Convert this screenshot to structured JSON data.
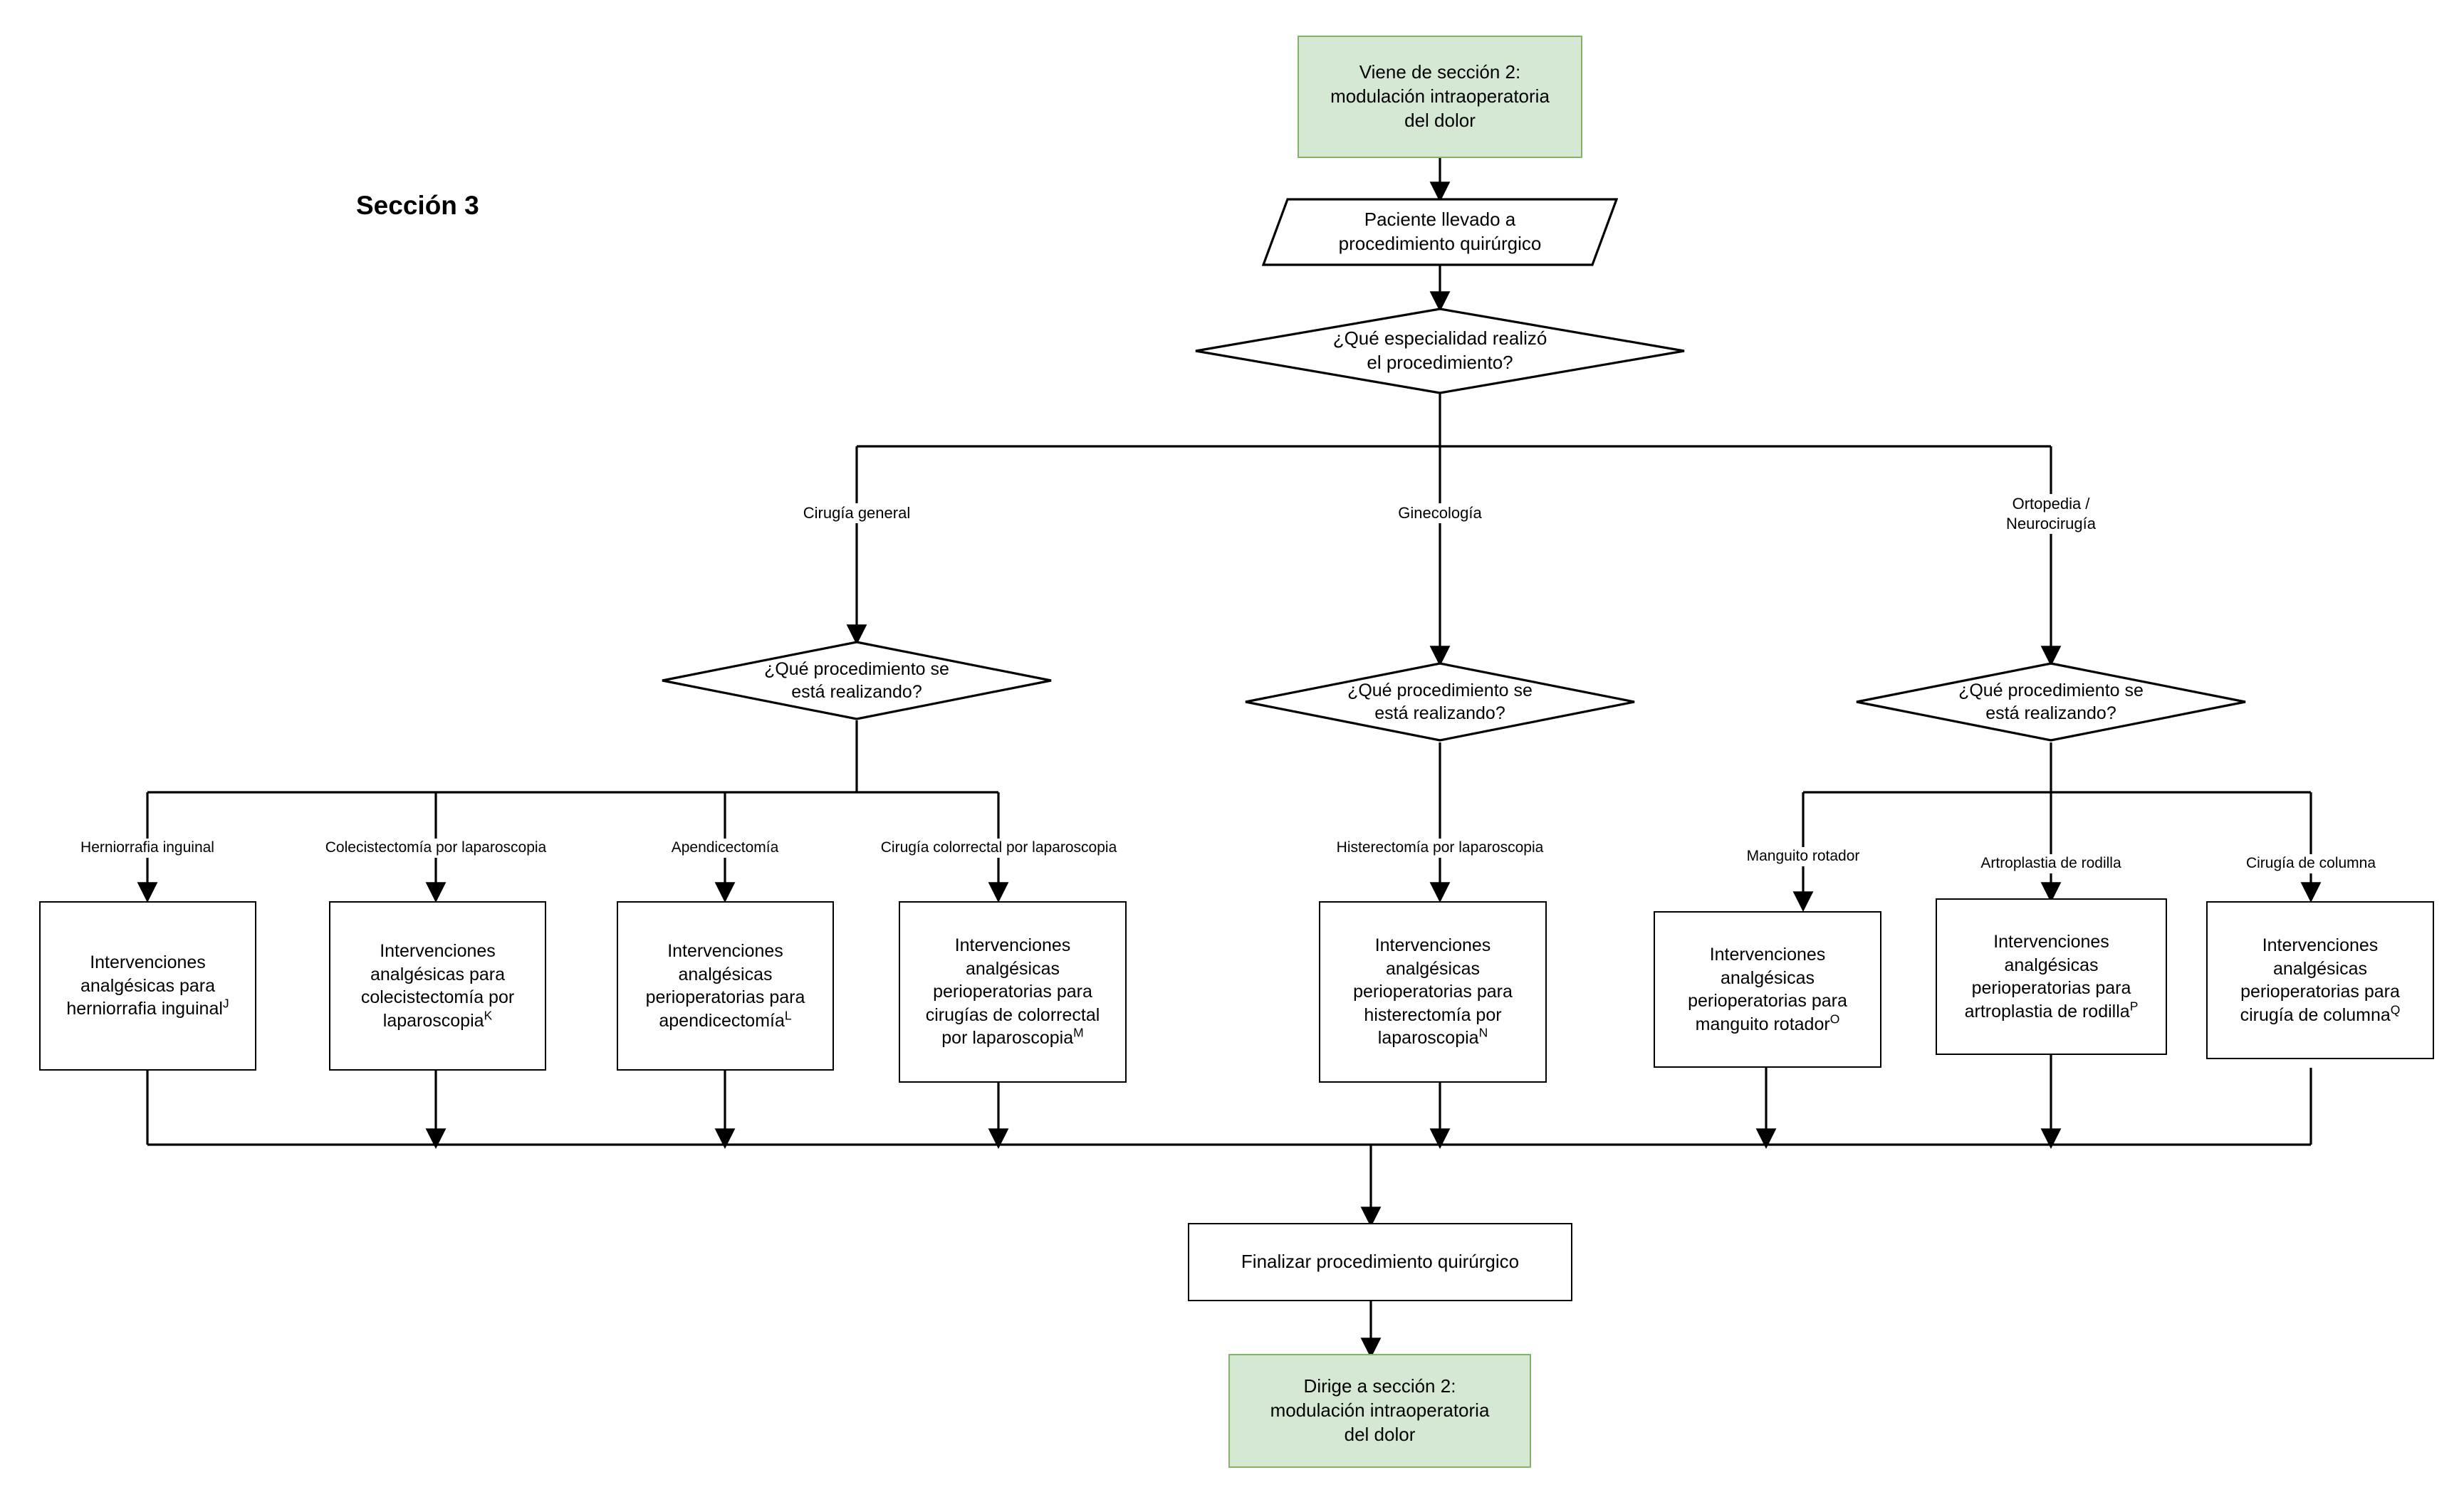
{
  "page": {
    "title": "Sección 3",
    "colors": {
      "green_fill": "#d5e8d4",
      "green_border": "#82b366",
      "node_border": "#000000",
      "background": "#ffffff"
    }
  },
  "nodes": {
    "entry": {
      "type": "terminator-green",
      "line1": "Viene de sección 2:",
      "line2": "modulación intraoperatoria",
      "line3": "del dolor"
    },
    "patient": {
      "type": "parallelogram",
      "line1": "Paciente llevado a",
      "line2": "procedimiento quirúrgico"
    },
    "specialty_decision": {
      "type": "decision",
      "line1": "¿Qué especialidad realizó",
      "line2": "el procedimiento?"
    },
    "procedure_decision_general": {
      "type": "decision",
      "line1": "¿Qué procedimiento se",
      "line2": "está realizando?"
    },
    "procedure_decision_gyn": {
      "type": "decision",
      "line1": "¿Qué procedimiento se",
      "line2": "está realizando?"
    },
    "procedure_decision_ortho": {
      "type": "decision",
      "line1": "¿Qué procedimiento se",
      "line2": "está realizando?"
    },
    "finalize": {
      "type": "process",
      "label": "Finalizar procedimiento quirúrgico"
    },
    "exit": {
      "type": "terminator-green",
      "line1": "Dirige a sección 2:",
      "line2": "modulación intraoperatoria",
      "line3": "del dolor"
    }
  },
  "branch_labels": {
    "specialty": [
      {
        "id": "cirugia-general",
        "text": "Cirugía general"
      },
      {
        "id": "ginecologia",
        "text": "Ginecología"
      },
      {
        "id": "ortopedia-neurocirugia",
        "line1": "Ortopedia /",
        "line2": "Neurocirugía"
      }
    ],
    "general_procedures": [
      {
        "id": "herniorrafia-inguinal",
        "text": "Herniorrafia inguinal"
      },
      {
        "id": "colecistectomia-laparoscopia",
        "text": "Colecistectomía por laparoscopia"
      },
      {
        "id": "apendicectomia",
        "text": "Apendicectomía"
      },
      {
        "id": "cirugia-colorrectal-laparoscopia",
        "text": "Cirugía colorrectal por laparoscopia"
      }
    ],
    "gyn_procedures": [
      {
        "id": "histerectomia-laparoscopia",
        "text": "Histerectomía por laparoscopia"
      }
    ],
    "ortho_procedures": [
      {
        "id": "manguito-rotador",
        "text": "Manguito rotador"
      },
      {
        "id": "artroplastia-rodilla",
        "text": "Artroplastia de rodilla"
      },
      {
        "id": "cirugia-columna",
        "text": "Cirugía de columna"
      }
    ]
  },
  "interventions": [
    {
      "id": "herniorrafia",
      "lines": [
        "Intervenciones",
        "analgésicas para",
        "herniorrafia inguinal"
      ],
      "note": "J"
    },
    {
      "id": "colecistectomia",
      "lines": [
        "Intervenciones",
        "analgésicas para",
        "colecistectomía por",
        "laparoscopia"
      ],
      "note": "K"
    },
    {
      "id": "apendicectomia",
      "lines": [
        "Intervenciones",
        "analgésicas",
        "perioperatorias para",
        "apendicectomía"
      ],
      "note": "L"
    },
    {
      "id": "colorrectal",
      "lines": [
        "Intervenciones",
        "analgésicas",
        "perioperatorias para",
        "cirugías de colorrectal",
        "por laparoscopia"
      ],
      "note": "M"
    },
    {
      "id": "histerectomia",
      "lines": [
        "Intervenciones",
        "analgésicas",
        "perioperatorias para",
        "histerectomía por",
        "laparoscopia"
      ],
      "note": "N"
    },
    {
      "id": "manguito",
      "lines": [
        "Intervenciones",
        "analgésicas",
        "perioperatorias para",
        "manguito rotador"
      ],
      "note": "O"
    },
    {
      "id": "artroplastia",
      "lines": [
        "Intervenciones",
        "analgésicas",
        "perioperatorias para",
        "artroplastia de rodilla"
      ],
      "note": "P"
    },
    {
      "id": "columna",
      "lines": [
        "Intervenciones",
        "analgésicas",
        "perioperatorias para",
        "cirugía de columna"
      ],
      "note": "Q"
    }
  ]
}
